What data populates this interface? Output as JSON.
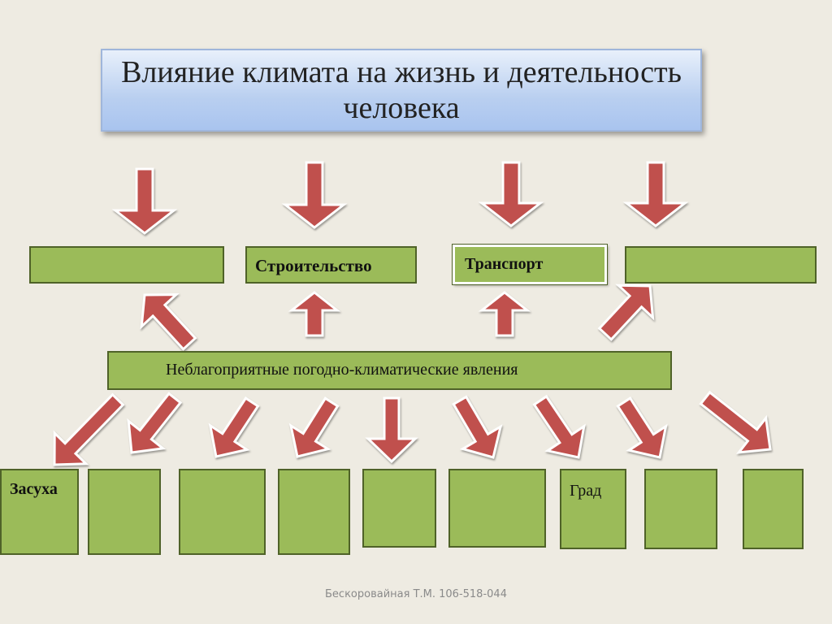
{
  "title": "Влияние климата на жизнь и деятельность человека",
  "level1": {
    "box1": "",
    "box2": "Строительство",
    "box3": "Транспорт",
    "box4": ""
  },
  "middle": "Неблагоприятные погодно-климатические явления",
  "phenomena": [
    "Засуха",
    "",
    "",
    "",
    "",
    "",
    "Град",
    "",
    ""
  ],
  "footer": "Бескоровайная Т.М. 106-518-044",
  "colors": {
    "box_fill": "#9bbb59",
    "box_border": "#4f6228",
    "arrow_fill": "#c0504d",
    "arrow_outline": "#ffffff",
    "title_fill": "#b9cff0",
    "background": "#eeebe2"
  }
}
